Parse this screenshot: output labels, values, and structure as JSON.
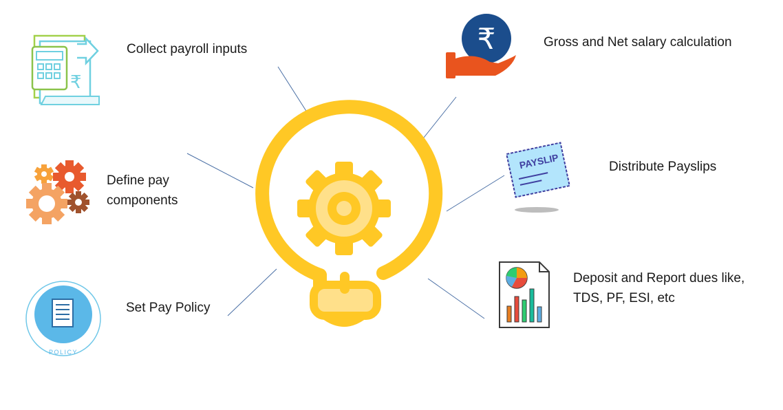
{
  "diagram": {
    "center_icon": "lightbulb-gear-icon",
    "colors": {
      "bulb": "#FFC825",
      "bulb_light": "#FFE08A",
      "connector_line": "#4A6FA5",
      "text": "#1a1a1a"
    },
    "items": [
      {
        "id": "collect",
        "line1": "Collect payroll inputs",
        "line2": "",
        "icon": "calculator-rupee-icon"
      },
      {
        "id": "define",
        "line1": "Define pay",
        "line2": "components",
        "icon": "gears-icon"
      },
      {
        "id": "policy",
        "line1": "Set Pay Policy",
        "line2": "",
        "icon": "policy-document-icon",
        "icon_text": "POLICY"
      },
      {
        "id": "gross",
        "line1": "Gross and Net salary calculation",
        "line2": "",
        "icon": "hand-rupee-icon",
        "icon_text": "₹"
      },
      {
        "id": "payslip",
        "line1": "Distribute Payslips",
        "line2": "",
        "icon": "payslip-ticket-icon",
        "icon_text": "PAYSLIP"
      },
      {
        "id": "deposit",
        "line1": "Deposit and Report dues like,",
        "line2": "TDS, PF, ESI, etc",
        "icon": "report-charts-icon"
      }
    ]
  }
}
